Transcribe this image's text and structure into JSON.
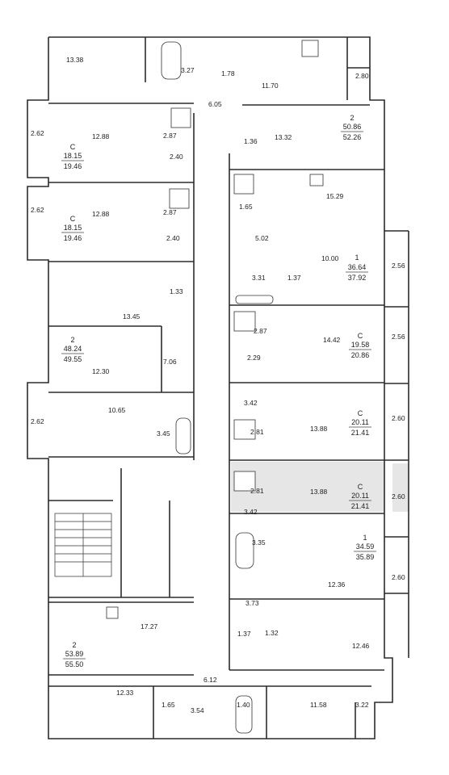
{
  "colors": {
    "wall": "#2b2b2b",
    "highlight": "#e6e6e6",
    "background": "#ffffff"
  },
  "rooms": [
    {
      "id": "r1",
      "label": "13.38"
    },
    {
      "id": "r2",
      "label": "3.27"
    },
    {
      "id": "r3",
      "label": "1.78"
    },
    {
      "id": "r4",
      "label": "11.70"
    },
    {
      "id": "r5",
      "label": "2.80"
    },
    {
      "id": "r6",
      "label": "6.05"
    },
    {
      "id": "r7",
      "label": "2.62"
    },
    {
      "id": "r8",
      "label": "12.88"
    },
    {
      "id": "r9",
      "label": "2.87"
    },
    {
      "id": "r10",
      "label": "2.40"
    },
    {
      "id": "r11",
      "label": "1.36"
    },
    {
      "id": "r12",
      "label": "13.32"
    },
    {
      "id": "r13",
      "label": "2.62"
    },
    {
      "id": "r14",
      "label": "12.88"
    },
    {
      "id": "r15",
      "label": "2.87"
    },
    {
      "id": "r16",
      "label": "2.40"
    },
    {
      "id": "r17",
      "label": "1.65"
    },
    {
      "id": "r18",
      "label": "15.29"
    },
    {
      "id": "r19",
      "label": "5.02"
    },
    {
      "id": "r20",
      "label": "10.00"
    },
    {
      "id": "r21",
      "label": "2.56"
    },
    {
      "id": "r22",
      "label": "3.31"
    },
    {
      "id": "r23",
      "label": "1.37"
    },
    {
      "id": "r24",
      "label": "1.33"
    },
    {
      "id": "r25",
      "label": "13.45"
    },
    {
      "id": "r26",
      "label": "2.87"
    },
    {
      "id": "r27",
      "label": "14.42"
    },
    {
      "id": "r28",
      "label": "2.56"
    },
    {
      "id": "r29",
      "label": "2.29"
    },
    {
      "id": "r30",
      "label": "12.30"
    },
    {
      "id": "r31",
      "label": "7.06"
    },
    {
      "id": "r32",
      "label": "3.42"
    },
    {
      "id": "r33",
      "label": "10.65"
    },
    {
      "id": "r34",
      "label": "2.62"
    },
    {
      "id": "r35",
      "label": "3.45"
    },
    {
      "id": "r36",
      "label": "2.81"
    },
    {
      "id": "r37",
      "label": "13.88"
    },
    {
      "id": "r38",
      "label": "2.60"
    },
    {
      "id": "r39",
      "label": "2.81"
    },
    {
      "id": "r40",
      "label": "13.88"
    },
    {
      "id": "r41",
      "label": "3.42"
    },
    {
      "id": "r42",
      "label": "2.60"
    },
    {
      "id": "r43",
      "label": "3.35"
    },
    {
      "id": "r44",
      "label": "12.36"
    },
    {
      "id": "r45",
      "label": "2.60"
    },
    {
      "id": "r46",
      "label": "3.73"
    },
    {
      "id": "r47",
      "label": "17.27"
    },
    {
      "id": "r48",
      "label": "1.37"
    },
    {
      "id": "r49",
      "label": "1.32"
    },
    {
      "id": "r50",
      "label": "12.46"
    },
    {
      "id": "r51",
      "label": "6.12"
    },
    {
      "id": "r52",
      "label": "12.33"
    },
    {
      "id": "r53",
      "label": "1.65"
    },
    {
      "id": "r54",
      "label": "3.54"
    },
    {
      "id": "r55",
      "label": "1.40"
    },
    {
      "id": "r56",
      "label": "11.58"
    },
    {
      "id": "r57",
      "label": "3.22"
    }
  ],
  "apartments": [
    {
      "id": "a1",
      "rooms": "2",
      "living": "50.86",
      "total": "52.26"
    },
    {
      "id": "a2",
      "rooms": "С",
      "living": "18.15",
      "total": "19.46"
    },
    {
      "id": "a3",
      "rooms": "С",
      "living": "18.15",
      "total": "19.46"
    },
    {
      "id": "a4",
      "rooms": "1",
      "living": "36.64",
      "total": "37.92"
    },
    {
      "id": "a5",
      "rooms": "2",
      "living": "48.24",
      "total": "49.55"
    },
    {
      "id": "a6",
      "rooms": "С",
      "living": "19.58",
      "total": "20.86"
    },
    {
      "id": "a7",
      "rooms": "С",
      "living": "20.11",
      "total": "21.41"
    },
    {
      "id": "a8",
      "rooms": "С",
      "living": "20.11",
      "total": "21.41"
    },
    {
      "id": "a9",
      "rooms": "1",
      "living": "34.59",
      "total": "35.89"
    },
    {
      "id": "a10",
      "rooms": "2",
      "living": "53.89",
      "total": "55.50"
    }
  ]
}
